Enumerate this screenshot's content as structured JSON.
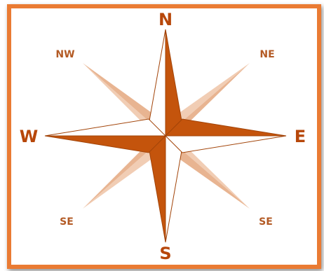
{
  "labels": {
    "n": "N",
    "s": "S",
    "e": "E",
    "w": "W",
    "nw": "NW",
    "ne": "NE",
    "sw": "SE",
    "se": "SE"
  },
  "colors": {
    "border": "#ea7b33",
    "dark": "#c4540c",
    "light": "#e8b491",
    "lighter": "#f1cdb4",
    "text": "#b7470a",
    "interText": "#b35a24",
    "line": "#a24409"
  }
}
